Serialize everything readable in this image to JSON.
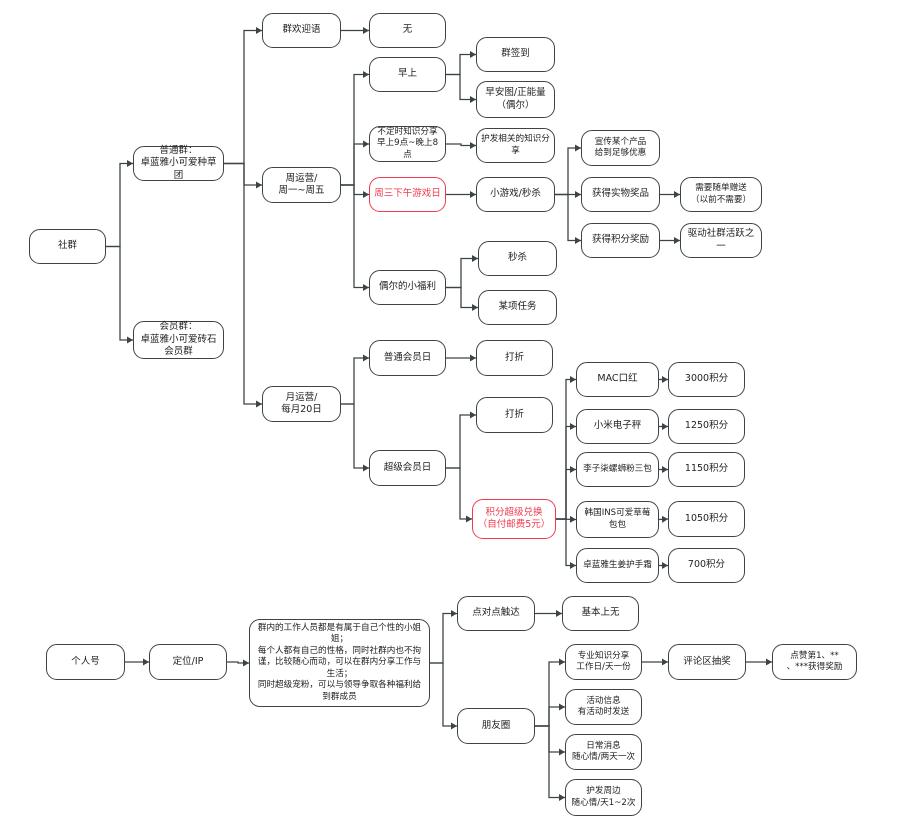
{
  "nodes": {
    "shequn": "社群",
    "putong_qun": "普通群：\n卓蓝雅小可爱种草团",
    "huiyuan_qun": "会员群：\n卓蓝雅小可爱砖石会员群",
    "qun_huanying": "群欢迎语",
    "wu": "无",
    "zhou_yunying": "周运营/\n周一~周五",
    "zaoshang": "早上",
    "qun_qiandao": "群签到",
    "zaoan_tu": "早安图/正能量\n（偶尔）",
    "zhishi_fenxiang": "不定时知识分享\n早上9点~晚上8点",
    "hufa_zhishi": "护发相关的知识分享",
    "zhousan_youxi": "周三下午游戏日",
    "xiao_youxi": "小游戏/秒杀",
    "xuanchuan_chanpin": "宣传某个产品\n给到足够优惠",
    "shiwu_jiangpin": "获得实物奖品",
    "xuyao_fasong": "需要随单赠送\n（以前不需要）",
    "jifen_jiangli": "获得积分奖励",
    "qudong_huoyue": "驱动社群活跃之一",
    "xiao_fuli": "偶尔的小福利",
    "miaosha": "秒杀",
    "mouxiang_renwu": "某项任务",
    "yue_yunying": "月运营/\n每月20日",
    "putong_huiyuanri": "普通会员日",
    "dazhe_1": "打折",
    "chaoji_huiyuanri": "超级会员日",
    "dazhe_2": "打折",
    "jifen_duihuan": "积分超级兑换\n（自付邮费5元）",
    "mac_kouhong": "MAC口红",
    "jf_3000": "3000积分",
    "xiaomi_cheng": "小米电子秤",
    "jf_1250": "1250积分",
    "lizi_luosi": "李子柒螺蛳粉三包",
    "jf_1150": "1150积分",
    "hanguo_bao": "韩国INS可爱草莓包包",
    "jf_1050": "1050积分",
    "shengjiang_shuang": "卓蓝雅生姜护手霜",
    "jf_700": "700积分",
    "geren_hao": "个人号",
    "dingwei_ip": "定位/IP",
    "renshe_miaoshu": "群内的工作人员都是有属于自己个性的小姐姐；\n每个人都有自己的性格，同时社群内也不拘谨，比较随心而动，可以在群内分享工作与生活；\n同时超级宠粉，可以与领导争取各种福利给到群成员",
    "dian_dui_dian": "点对点触达",
    "jiben_shangwu": "基本上无",
    "pengyouquan": "朋友圈",
    "zhuanye_zhishi": "专业知识分享\n工作日/天一份",
    "pinglun_choujiang": "评论区抽奖",
    "dianzan": "点赞第1、**\n、***获得奖励",
    "huodong_xinxi": "活动信息\n有活动时发送",
    "richang_xiaoxi": "日常消息\n随心情/两天一次",
    "hufa_zhoubian": "护发周边\n随心情/天1~2次"
  },
  "colors": {
    "line": "#3d4447",
    "highlight": "#ef3b4e",
    "background": "#ffffff"
  }
}
